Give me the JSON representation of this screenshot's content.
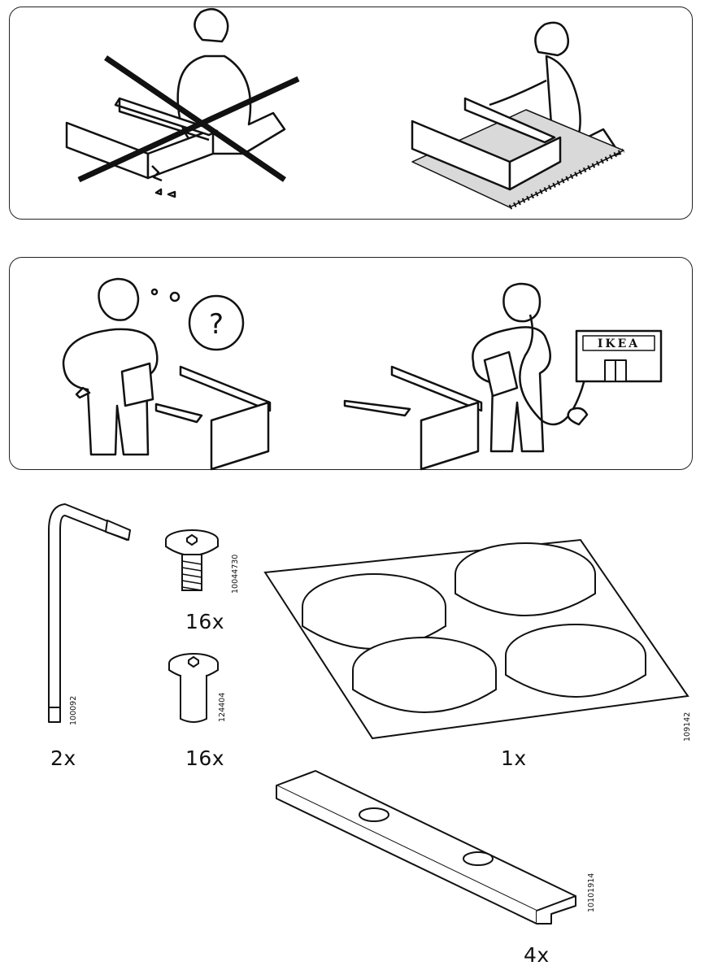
{
  "panels": {
    "top": {
      "left_label": "",
      "right_label": ""
    },
    "middle": {
      "sign_text": "IKEA",
      "question_mark": "?"
    }
  },
  "parts": [
    {
      "name": "allen-key",
      "quantity": "2x",
      "code": "100092"
    },
    {
      "name": "screw",
      "quantity": "16x",
      "code": "10044730"
    },
    {
      "name": "barrel-nut",
      "quantity": "16x",
      "code": "124404"
    },
    {
      "name": "felt-pads",
      "quantity": "1x",
      "code": "109142"
    },
    {
      "name": "metal-bracket",
      "quantity": "4x",
      "code": "10101914"
    }
  ],
  "colors": {
    "line": "#111111",
    "shade": "#d9d9d9",
    "background": "#ffffff"
  }
}
